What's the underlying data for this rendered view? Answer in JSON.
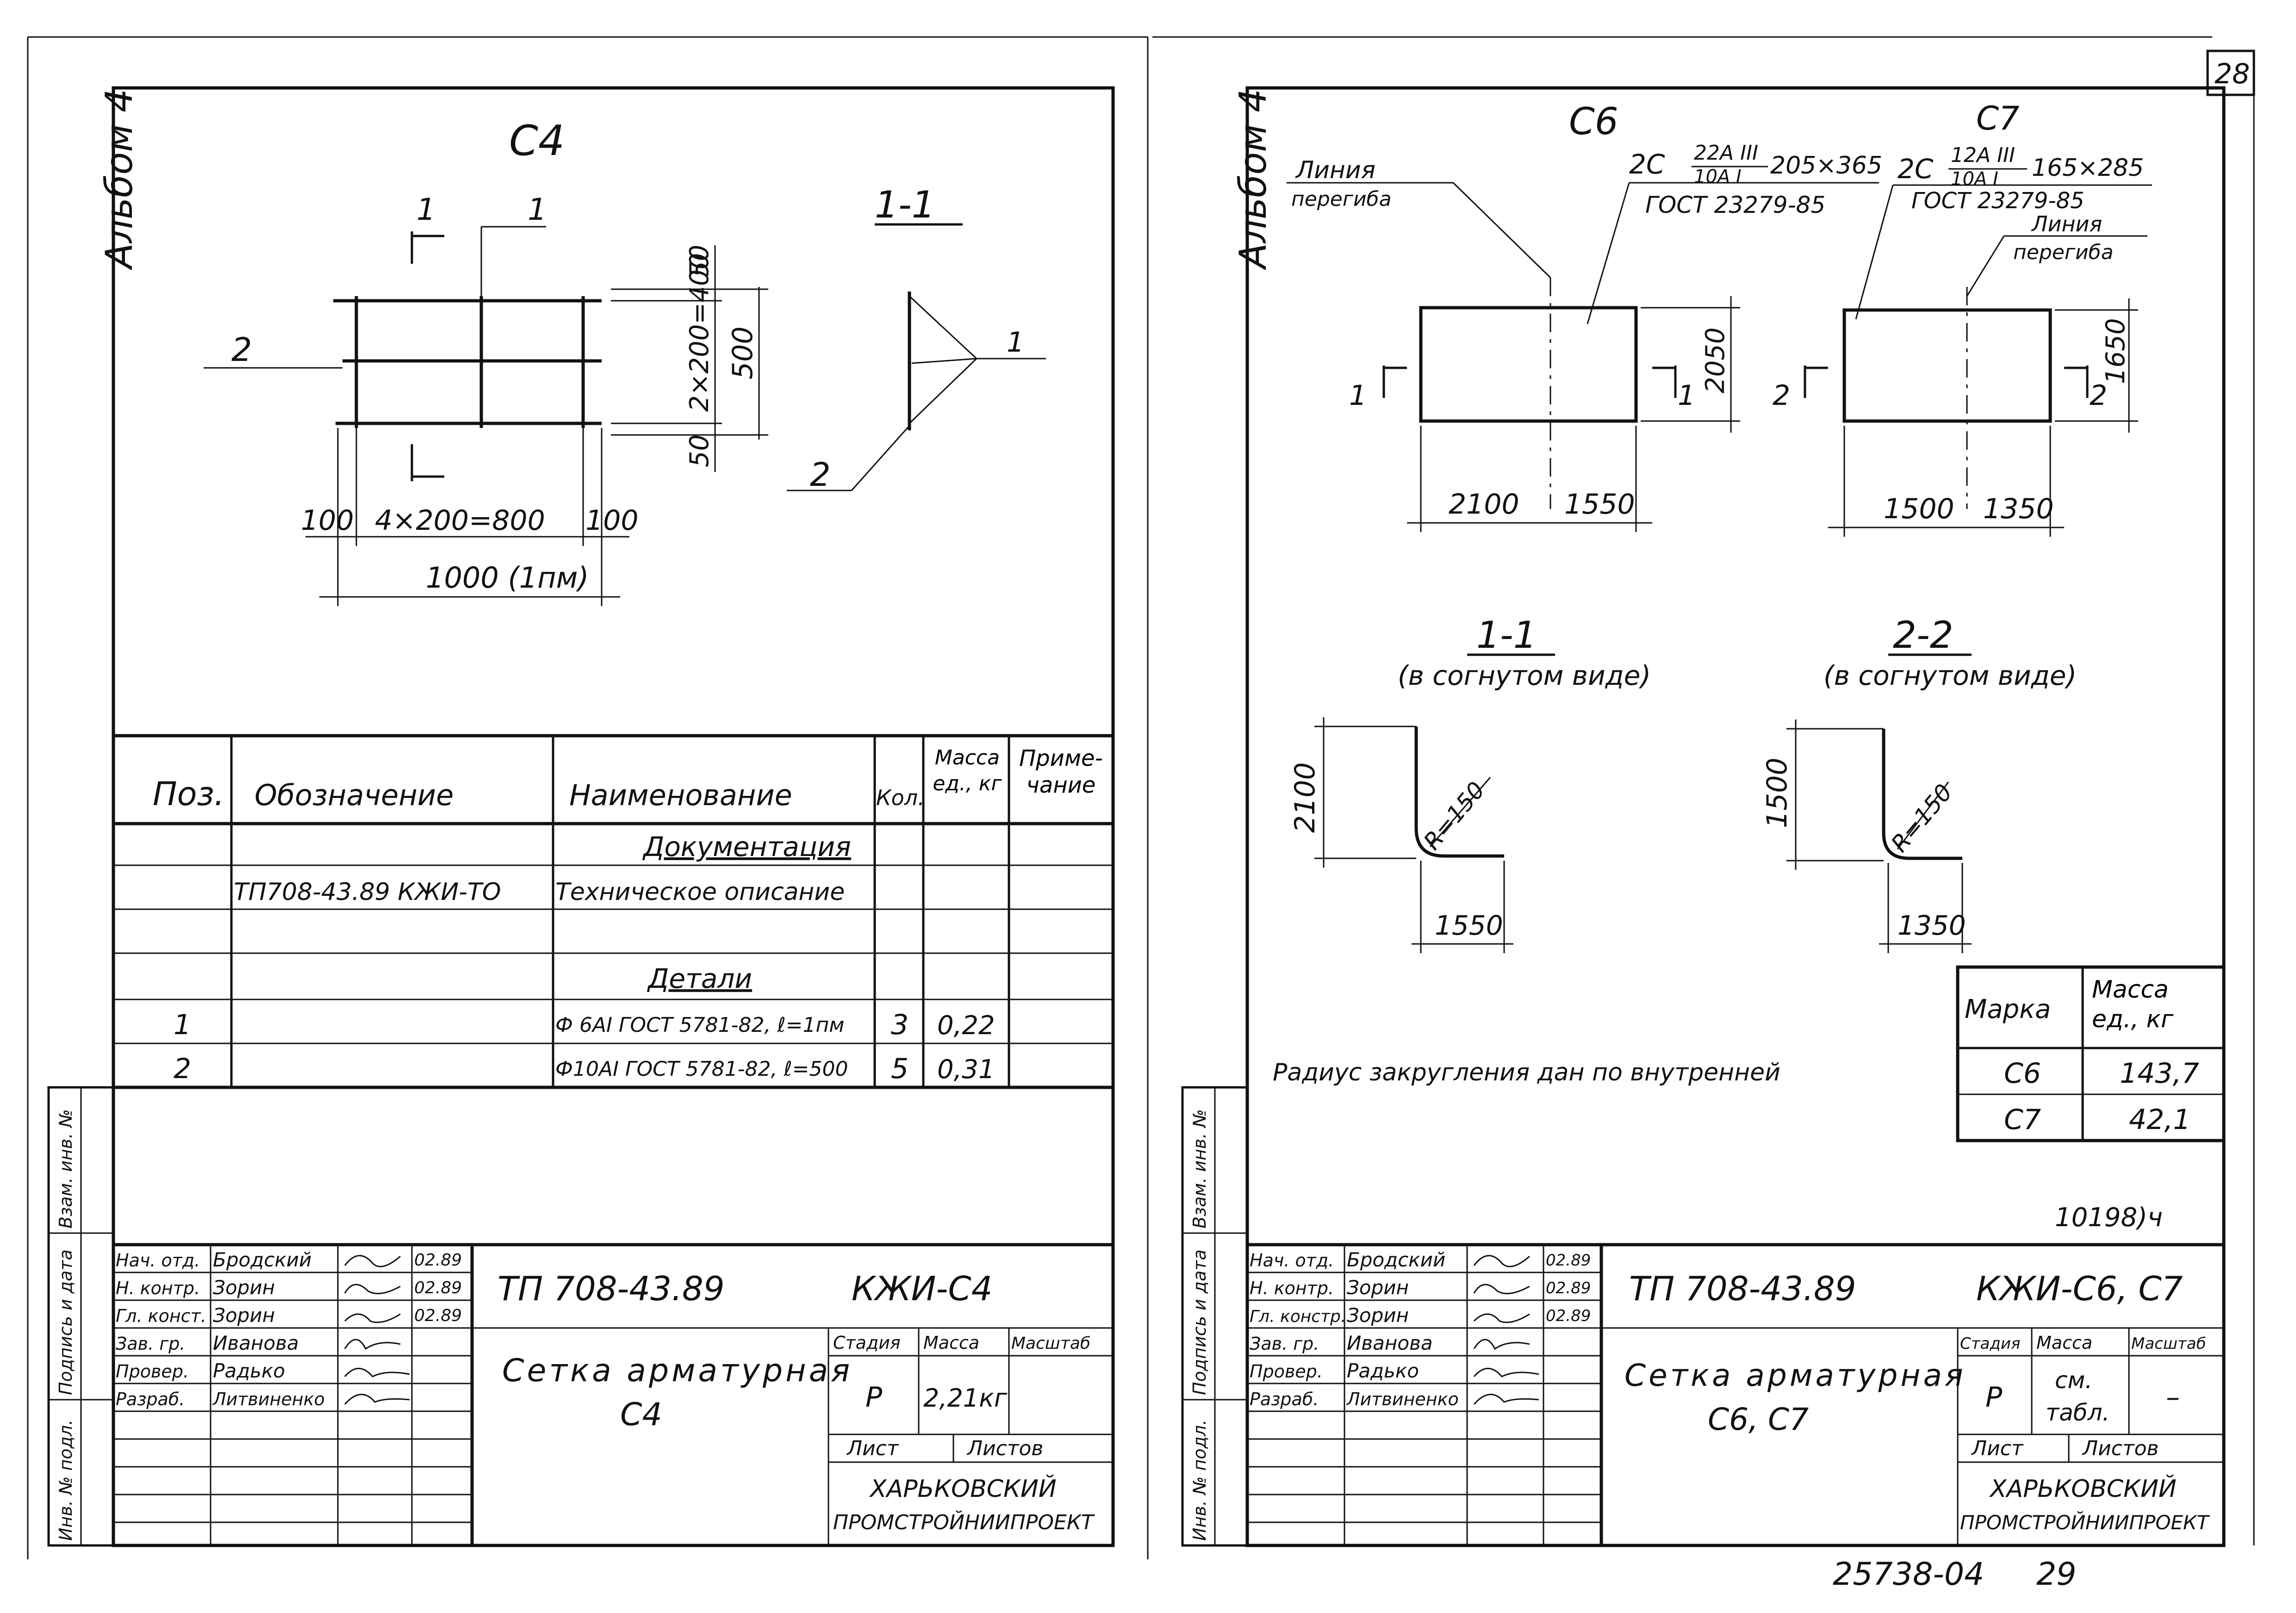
{
  "page_number": "28",
  "bottom_code": "25738-04",
  "bottom_page": "29",
  "left": {
    "album": "Альбом 4",
    "drawing": {
      "title": "С4",
      "section_label": "1-1",
      "cut_label": "1",
      "pos_labels": [
        "1",
        "2",
        "2"
      ],
      "dims": {
        "d100a": "100",
        "d4x200": "4×200=800",
        "d100b": "100",
        "d1000": "1000 (1пм)",
        "d50a": "50",
        "d2x200": "2×200=400",
        "d50b": "50",
        "d500": "500"
      }
    },
    "spec": {
      "headers": [
        "Поз.",
        "Обозначение",
        "Наименование",
        "Кол.",
        "Масса ед., кг",
        "Приме-чание"
      ],
      "rows": [
        {
          "pos": "",
          "des": "",
          "name": "Документация",
          "qty": "",
          "mass": "",
          "note": ""
        },
        {
          "pos": "",
          "des": "ТП708-43.89   КЖИ-ТО",
          "name": "Техническое описание",
          "qty": "",
          "mass": "",
          "note": ""
        },
        {
          "pos": "",
          "des": "",
          "name": "",
          "qty": "",
          "mass": "",
          "note": ""
        },
        {
          "pos": "",
          "des": "",
          "name": "Детали",
          "qty": "",
          "mass": "",
          "note": ""
        },
        {
          "pos": "1",
          "des": "",
          "name": "Ф 6АI ГОСТ 5781-82, ℓ=1пм",
          "qty": "3",
          "mass": "0,22",
          "note": ""
        },
        {
          "pos": "2",
          "des": "",
          "name": "Ф10АI ГОСТ 5781-82, ℓ=500",
          "qty": "5",
          "mass": "0,31",
          "note": ""
        }
      ]
    },
    "side_stamps": [
      "Взам. инв. №",
      "Подпись и дата",
      "Инв. № подл."
    ],
    "title_block": {
      "roles": [
        "Нач. отд.",
        "Н. контр.",
        "Гл. конст.",
        "Зав. гр.",
        "Провер.",
        "Разраб."
      ],
      "names": [
        "Бродский",
        "Зорин",
        "Зорин",
        "Иванова",
        "Радько",
        "Литвиненко"
      ],
      "dates": [
        "02.89",
        "02.89",
        "02.89"
      ],
      "doc_number": "ТП 708-43.89",
      "doc_code": "КЖИ-С4",
      "title_line1": "Сетка арматурная",
      "title_line2": "С4",
      "stage_label": "Стадия",
      "mass_label": "Масса",
      "scale_label": "Масштаб",
      "stage": "Р",
      "mass": "2,21кг",
      "scale": "",
      "sheet_label": "Лист",
      "sheets_label": "Листов",
      "org_line1": "ХАРЬКОВСКИЙ",
      "org_line2": "ПРОМСТРОЙНИИПРОЕКТ"
    }
  },
  "right": {
    "album": "Альбом 4",
    "c6": {
      "title": "С6",
      "spec_prefix": "2С",
      "spec_num": "22А III",
      "spec_den": "10А I",
      "spec_size": "205×365",
      "gost": "ГОСТ 23279-85",
      "bend_line1": "Линия",
      "bend_line2": "перегиба",
      "cut_left": "1",
      "cut_right": "1",
      "dim_h": "2050",
      "dim_a": "2100",
      "dim_b": "1550"
    },
    "c7": {
      "title": "С7",
      "spec_prefix": "2С",
      "spec_num": "12А III",
      "spec_den": "10А I",
      "spec_size": "165×285",
      "gost": "ГОСТ 23279-85",
      "bend_line1": "Линия",
      "bend_line2": "перегиба",
      "cut_left": "2",
      "cut_right": "2",
      "dim_h": "1650",
      "dim_a": "1500",
      "dim_b": "1350"
    },
    "sec1": {
      "label": "1-1",
      "sub": "(в согнутом виде)",
      "dim_v": "2100",
      "dim_h": "1550",
      "radius": "R=150"
    },
    "sec2": {
      "label": "2-2",
      "sub": "(в согнутом виде)",
      "dim_v": "1500",
      "dim_h": "1350",
      "radius": "R=150"
    },
    "mass_table": {
      "headers": [
        "Марка",
        "Масса ед., кг"
      ],
      "rows": [
        {
          "mark": "С6",
          "mass": "143,7"
        },
        {
          "mark": "С7",
          "mass": "42,1"
        }
      ]
    },
    "note": "Радиус закругления дан по внутренней",
    "handwritten_code": "10198)ч",
    "side_stamps": [
      "Взам. инв. №",
      "Подпись и дата",
      "Инв. № подл."
    ],
    "title_block": {
      "roles": [
        "Нач. отд.",
        "Н. контр.",
        "Гл. констр.",
        "Зав. гр.",
        "Провер.",
        "Разраб."
      ],
      "names": [
        "Бродский",
        "Зорин",
        "Зорин",
        "Иванова",
        "Радько",
        "Литвиненко"
      ],
      "dates": [
        "02.89",
        "02.89",
        "02.89"
      ],
      "doc_number": "ТП 708-43.89",
      "doc_code": "КЖИ-С6, С7",
      "title_line1": "Сетка арматурная",
      "title_line2": "С6, С7",
      "stage_label": "Стадия",
      "mass_label": "Масса",
      "scale_label": "Масштаб",
      "stage": "Р",
      "mass_line1": "см.",
      "mass_line2": "табл.",
      "scale": "–",
      "sheet_label": "Лист",
      "sheets_label": "Листов",
      "org_line1": "ХАРЬКОВСКИЙ",
      "org_line2": "ПРОМСТРОЙНИИПРОЕКТ"
    }
  }
}
